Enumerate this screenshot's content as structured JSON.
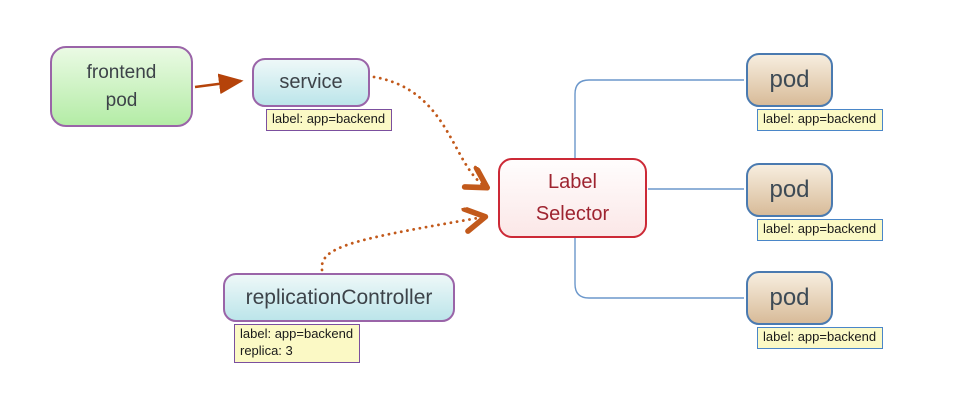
{
  "colors": {
    "purple_node_border": "#9a64a8",
    "green_fill_top": "#eafae4",
    "green_fill_bottom": "#b4eca6",
    "cyan_fill_top": "#eef8f8",
    "cyan_fill_bottom": "#bce5ea",
    "tan_fill_top": "#f7eedf",
    "tan_fill_bottom": "#d8bb99",
    "selector_border": "#cc2936",
    "selector_text": "#9e2430",
    "tag_yellow_fill": "#fbf9c5",
    "tag_purple_border": "#7b4f9e",
    "tag_blue_border": "#4a86c8",
    "solid_arrow": "#b5430a",
    "dotted_arrow": "#c2591b",
    "connector_blue": "#6b97cb"
  },
  "nodes": {
    "frontend_pod": {
      "line1": "frontend",
      "line2": "pod"
    },
    "service": {
      "label": "service",
      "tag": "label: app=backend"
    },
    "replication_controller": {
      "label": "replicationController",
      "tag_line1": "label: app=backend",
      "tag_line2": "replica: 3"
    },
    "label_selector": {
      "line1": "Label",
      "line2": "Selector"
    },
    "pods": [
      {
        "label": "pod",
        "tag": "label: app=backend"
      },
      {
        "label": "pod",
        "tag": "label: app=backend"
      },
      {
        "label": "pod",
        "tag": "label: app=backend"
      }
    ]
  }
}
